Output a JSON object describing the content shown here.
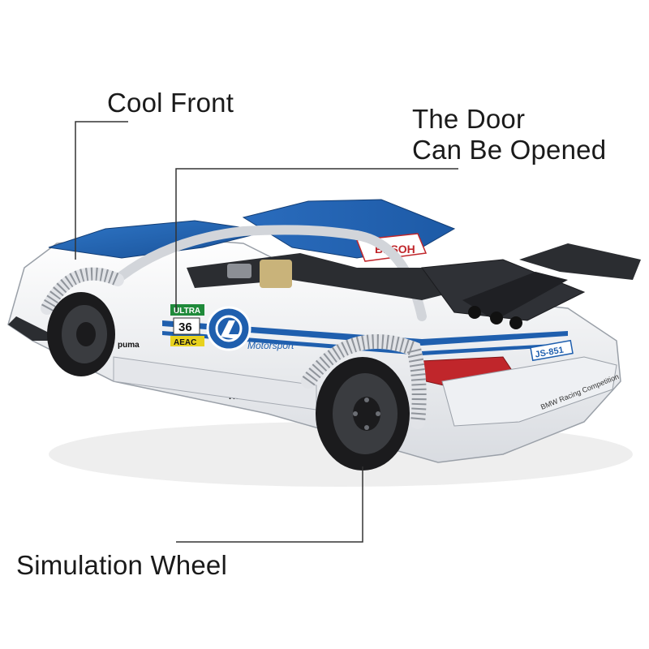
{
  "callouts": {
    "front": "Cool Front",
    "door_line1": "The Door",
    "door_line2": "Can Be Opened",
    "wheel": "Simulation Wheel"
  },
  "decals": {
    "besoh": "BESOH",
    "number": "36",
    "motorsport": "Motorsport",
    "plate": "JS-851",
    "competition": "BMW Racing Competition",
    "puma": "puma",
    "hb": "H&B",
    "aeac": "AEAC",
    "ultra": "ULTRA"
  },
  "colors": {
    "body_white": "#f2f3f5",
    "livery_blue": "#1f5fae",
    "dark_grey": "#2b2d31",
    "tyre_black": "#1b1b1d",
    "rim_grey": "#3a3c40",
    "tail_red": "#c0262b",
    "accent_yellow": "#e8d21d",
    "line": "#333333"
  }
}
